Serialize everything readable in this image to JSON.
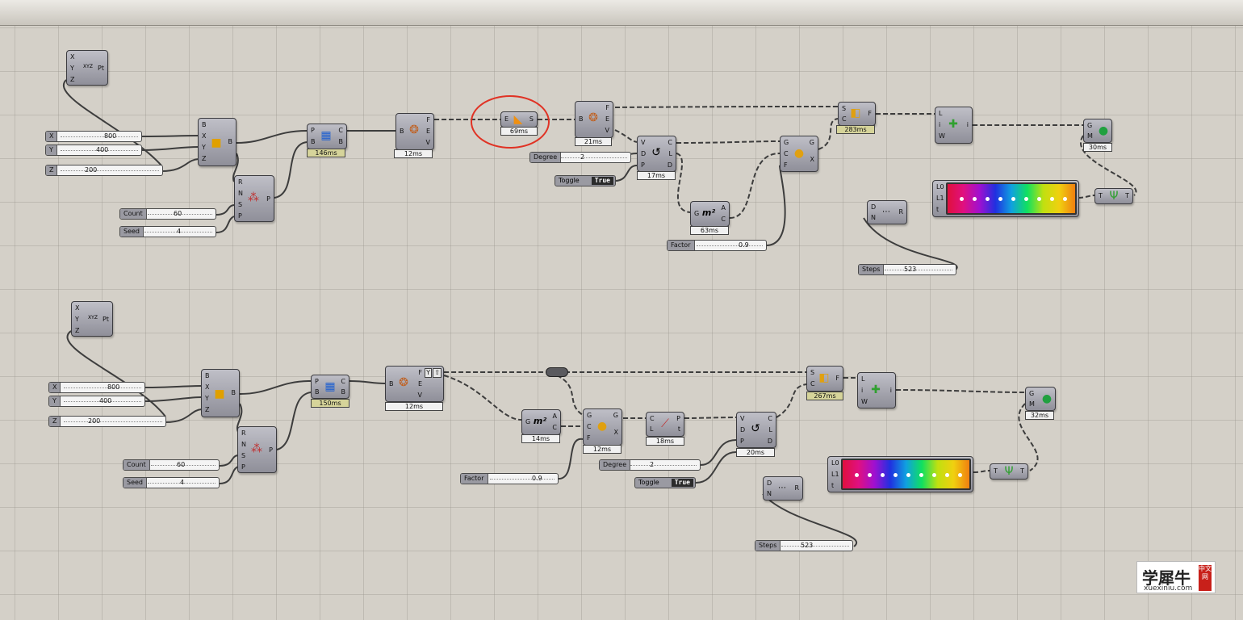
{
  "icons": {
    "point": "xyz-point-icon",
    "box": "box-icon",
    "populate": "populate-icon",
    "random": "random-points-icon",
    "deconstruct": "brep-explode-icon",
    "area": "area-icon",
    "curve": "interpolate-curve-icon",
    "scale": "scale-icon",
    "line": "line-icon",
    "gradient": "gradient-icon",
    "range": "range-icon",
    "preview": "custom-preview-icon",
    "tree": "tree-icon"
  },
  "colors": {
    "highlight": "#e03224",
    "wire": "#444444",
    "canvas": "#d4d0c8"
  },
  "upper": {
    "pt": {
      "in": [
        "X",
        "Y",
        "Z"
      ],
      "out": "Pt",
      "glyph": "XYZ"
    },
    "x_slider": {
      "label": "X",
      "value": "800"
    },
    "y_slider": {
      "label": "Y",
      "value": "400"
    },
    "z_slider": {
      "label": "Z",
      "value": "200"
    },
    "box": {
      "in": [
        "B",
        "X",
        "Y",
        "Z"
      ],
      "out": "B"
    },
    "populate": {
      "in": [
        "R",
        "N",
        "S",
        "P"
      ],
      "out": "P"
    },
    "count": {
      "label": "Count",
      "value": "60"
    },
    "seed": {
      "label": "Seed",
      "value": "4"
    },
    "voronoi": {
      "in": [
        "P",
        "B"
      ],
      "out": [
        "C",
        "B"
      ],
      "timer": "146ms"
    },
    "explode1": {
      "in": [
        "B"
      ],
      "out": [
        "F",
        "E",
        "V"
      ],
      "timer": "12ms"
    },
    "highlighted": {
      "in": [
        "E"
      ],
      "out": [
        "S"
      ],
      "timer": "69ms"
    },
    "explode2": {
      "in": [
        "B"
      ],
      "out": [
        "F",
        "E",
        "V"
      ],
      "timer": "21ms"
    },
    "degree": {
      "label": "Degree",
      "value": "2"
    },
    "toggle": {
      "label": "Toggle",
      "value": "True"
    },
    "curve": {
      "in": [
        "V",
        "D",
        "P"
      ],
      "out": [
        "C",
        "L",
        "D"
      ],
      "timer": "17ms"
    },
    "area": {
      "in": [
        "G"
      ],
      "out": [
        "A",
        "C"
      ],
      "timer": "63ms"
    },
    "factor": {
      "label": "Factor",
      "value": "0.9"
    },
    "scale": {
      "in": [
        "G",
        "C",
        "F"
      ],
      "out": [
        "G",
        "X"
      ]
    },
    "sweep": {
      "in": [
        "S",
        "C"
      ],
      "out": [
        "F"
      ],
      "timer": "283ms"
    },
    "line": {
      "in": [
        "L",
        "i",
        "W"
      ],
      "out": [
        "i"
      ]
    },
    "preview": {
      "in": [
        "G",
        "M"
      ],
      "timer": "30ms"
    },
    "range": {
      "in": [
        "D",
        "N"
      ],
      "out": [
        "R"
      ]
    },
    "steps": {
      "label": "Steps",
      "value": "523"
    },
    "gradient": {
      "in": [
        "L0",
        "L1",
        "t"
      ]
    },
    "tree": {
      "in": [
        "T"
      ],
      "out": [
        "T"
      ]
    }
  },
  "lower": {
    "pt": {
      "in": [
        "X",
        "Y",
        "Z"
      ],
      "out": "Pt",
      "glyph": "XYZ"
    },
    "x_slider": {
      "label": "X",
      "value": "800"
    },
    "y_slider": {
      "label": "Y",
      "value": "400"
    },
    "z_slider": {
      "label": "Z",
      "value": "200"
    },
    "box": {
      "in": [
        "B",
        "X",
        "Y",
        "Z"
      ],
      "out": "B"
    },
    "populate": {
      "in": [
        "R",
        "N",
        "S",
        "P"
      ],
      "out": "P"
    },
    "count": {
      "label": "Count",
      "value": "60"
    },
    "seed": {
      "label": "Seed",
      "value": "4"
    },
    "voronoi": {
      "in": [
        "P",
        "B"
      ],
      "out": [
        "C",
        "B"
      ],
      "timer": "150ms"
    },
    "explode": {
      "in": [
        "B"
      ],
      "out": [
        "F",
        "E",
        "V"
      ],
      "flags": [
        "Y",
        "⇧"
      ],
      "timer": "12ms"
    },
    "area": {
      "in": [
        "G"
      ],
      "out": [
        "A",
        "C"
      ],
      "timer": "14ms"
    },
    "scale": {
      "in": [
        "G",
        "C",
        "F"
      ],
      "out": [
        "G",
        "X"
      ],
      "timer": "12ms"
    },
    "factor": {
      "label": "Factor",
      "value": "0.9"
    },
    "line2": {
      "in": [
        "C",
        "L"
      ],
      "out": [
        "P",
        "t"
      ],
      "timer": "18ms"
    },
    "curve": {
      "in": [
        "V",
        "D",
        "P"
      ],
      "out": [
        "C",
        "L",
        "D"
      ],
      "timer": "20ms"
    },
    "degree": {
      "label": "Degree",
      "value": "2"
    },
    "toggle": {
      "label": "Toggle",
      "value": "True"
    },
    "sweep": {
      "in": [
        "S",
        "C"
      ],
      "out": [
        "F"
      ],
      "timer": "267ms"
    },
    "line": {
      "in": [
        "L",
        "i",
        "W"
      ],
      "out": [
        "i"
      ]
    },
    "preview": {
      "in": [
        "G",
        "M"
      ],
      "timer": "32ms"
    },
    "range": {
      "in": [
        "D",
        "N"
      ],
      "out": [
        "R"
      ]
    },
    "steps": {
      "label": "Steps",
      "value": "523"
    },
    "gradient": {
      "in": [
        "L0",
        "L1",
        "t"
      ]
    },
    "tree": {
      "in": [
        "T"
      ],
      "out": [
        "T"
      ]
    }
  },
  "watermark": {
    "title": "学犀牛",
    "url": "xuexiniu.com",
    "stamp": "中文网"
  }
}
